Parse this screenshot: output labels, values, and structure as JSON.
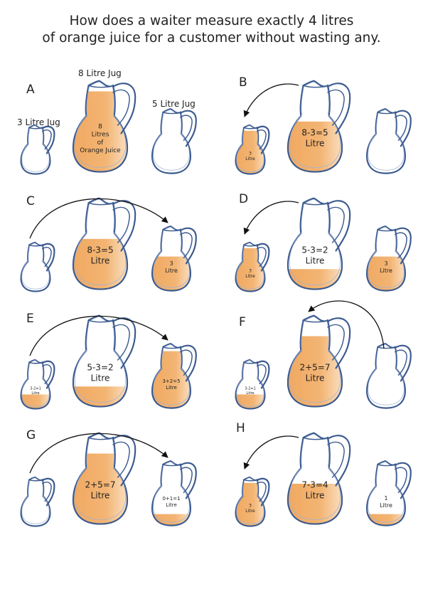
{
  "title": {
    "line1": "How does a waiter measure exactly 4 litres",
    "line2": "of orange juice for a customer without wasting any."
  },
  "jug_names": {
    "eight": "8 Litre Jug",
    "five": "5 Litre Jug",
    "three": "3 Litre Jug"
  },
  "colors": {
    "juice": "#f0a860",
    "juice_light": "#fbe3c8",
    "outline": "#3b5a8f",
    "arrow": "#111111"
  },
  "steps": [
    {
      "letter": "A",
      "small": {
        "fill": 0,
        "label": []
      },
      "large": {
        "fill": 1,
        "label": [
          "8",
          "Litres",
          "of",
          "Orange Juice"
        ]
      },
      "medium": {
        "fill": 0,
        "label": []
      },
      "arrow": "none"
    },
    {
      "letter": "B",
      "small": {
        "fill": 1,
        "label": [
          "3",
          "Litre"
        ]
      },
      "large": {
        "fill": 0.625,
        "label": [
          "8-3=5",
          "Litre"
        ]
      },
      "medium": {
        "fill": 0,
        "label": []
      },
      "arrow": "large-to-small"
    },
    {
      "letter": "C",
      "small": {
        "fill": 0,
        "label": []
      },
      "large": {
        "fill": 0.625,
        "label": [
          "8-3=5",
          "Litre"
        ]
      },
      "medium": {
        "fill": 0.6,
        "label": [
          "3",
          "Litre"
        ]
      },
      "arrow": "small-to-medium"
    },
    {
      "letter": "D",
      "small": {
        "fill": 1,
        "label": [
          "3",
          "Litre"
        ]
      },
      "large": {
        "fill": 0.25,
        "label": [
          "5-3=2",
          "Litre"
        ]
      },
      "medium": {
        "fill": 0.6,
        "label": [
          "3",
          "Litre"
        ]
      },
      "arrow": "large-to-small"
    },
    {
      "letter": "E",
      "small": {
        "fill": 0.33,
        "label": [
          "3-2=1",
          "Litre"
        ]
      },
      "large": {
        "fill": 0.25,
        "label": [
          "5-3=2",
          "Litre"
        ]
      },
      "medium": {
        "fill": 1,
        "label": [
          "3+2=5",
          "Litre"
        ]
      },
      "arrow": "small-to-medium"
    },
    {
      "letter": "F",
      "small": {
        "fill": 0.33,
        "label": [
          "3-2=1",
          "Litre"
        ]
      },
      "large": {
        "fill": 0.875,
        "label": [
          "2+5=7",
          "Litre"
        ]
      },
      "medium": {
        "fill": 0,
        "label": []
      },
      "arrow": "medium-to-large"
    },
    {
      "letter": "G",
      "small": {
        "fill": 0,
        "label": []
      },
      "large": {
        "fill": 0.875,
        "label": [
          "2+5=7",
          "Litre"
        ]
      },
      "medium": {
        "fill": 0.2,
        "label": [
          "0+1=1",
          "Litre"
        ]
      },
      "arrow": "small-to-medium"
    },
    {
      "letter": "H",
      "small": {
        "fill": 1,
        "label": [
          "3",
          "Litre"
        ]
      },
      "large": {
        "fill": 0.5,
        "label": [
          "7-3=4",
          "Litre"
        ]
      },
      "medium": {
        "fill": 0.2,
        "label": [
          "1",
          "Litre"
        ]
      },
      "arrow": "large-to-small"
    }
  ]
}
